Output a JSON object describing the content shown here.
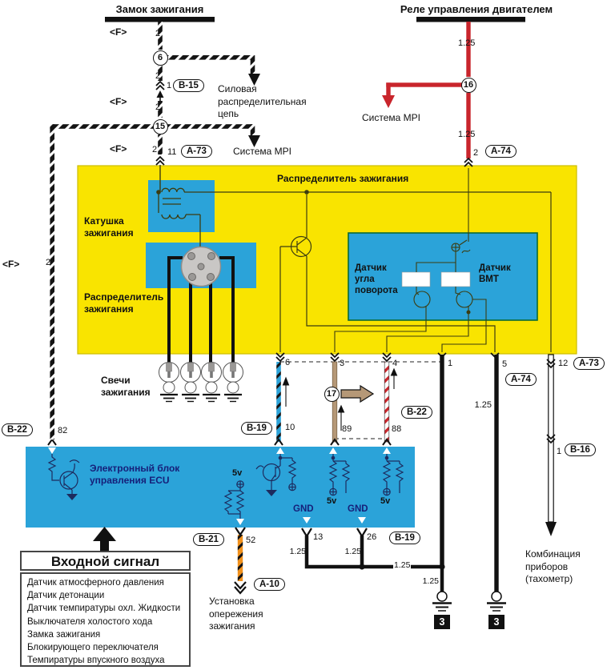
{
  "diagram": {
    "common": {
      "f": "<F>",
      "g2": "2",
      "g125": "1.25",
      "v5": "5v",
      "gnd": "GND",
      "gnd3": "3"
    },
    "top_left": {
      "title": "Замок зажигания",
      "j6": "6",
      "j15": "15",
      "b15_pin": "1",
      "b15": "B-15",
      "power_circuit": "Силовая распределительная цепь",
      "a73_pin": "11",
      "a73": "A-73",
      "mpi": "Система MPI"
    },
    "top_right": {
      "title": "Реле управления двигателем",
      "j16": "16",
      "mpi": "Система MPI",
      "a74_pin": "2",
      "a74": "A-74"
    },
    "yellow": {
      "title": "Распределитель зажигания",
      "coil": "Катушка зажигания",
      "dist": "Распределитель зажигания",
      "angle": "Датчик угла поворота",
      "tdc": "Датчик ВМТ"
    },
    "left": {
      "b22": "B-22",
      "pin82": "82"
    },
    "plugs": {
      "label": "Свечи зажигания"
    },
    "harness": {
      "p6": "6",
      "p10": "10",
      "b19": "B-19",
      "p3": "3",
      "p89": "89",
      "j17": "17",
      "p4": "4",
      "p88": "88",
      "b22": "B-22",
      "p1": "1",
      "p5": "5",
      "a74": "A-74",
      "p12": "12",
      "a73": "A-73",
      "b16_pin": "1",
      "b16": "B-16"
    },
    "ecu": {
      "label": "Электронный блок управления ECU"
    },
    "bottom": {
      "b21": "B-21",
      "p52": "52",
      "p13": "13",
      "p26": "26",
      "b19": "B-19",
      "a10": "A-10",
      "timing": "Установка опережения зажигания",
      "cluster": "Комбинация приборов (тахометр)"
    },
    "input": {
      "title": "Входной сигнал",
      "items": [
        "Датчик атмосферного давления",
        "Датчик детонации",
        "Датчик темпиратуры охл. Жидкости",
        "Выключателя холостого хода",
        "Замка зажигания",
        "Блокирующего переключателя",
        "Темпиратуры впускного воздуха"
      ]
    },
    "colors": {
      "yellow": "#f9e400",
      "blue": "#2ba3d9",
      "red": "#c9252c",
      "tan": "#b59877",
      "orange": "#f0901c"
    }
  }
}
